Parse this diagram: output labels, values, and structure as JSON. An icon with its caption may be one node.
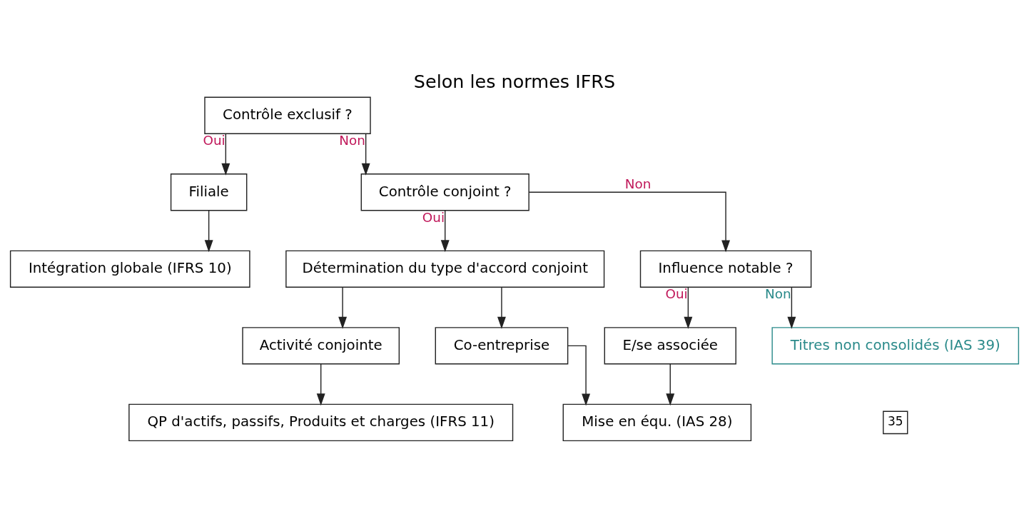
{
  "diagram": {
    "title": "Selon les normes IFRS",
    "nodes": [
      {
        "text": [
          "Contrôle exclusif ?"
        ]
      },
      {
        "text": [
          "Filiale"
        ]
      },
      {
        "text": [
          "Intégration globale (IFRS 10)"
        ]
      },
      {
        "text": [
          "Contrôle conjoint ?"
        ]
      },
      {
        "text": [
          "Détermination du type d'accord conjoint"
        ]
      },
      {
        "text": [
          "Influence notable ?"
        ]
      },
      {
        "text": [
          "Activité conjointe"
        ]
      },
      {
        "text": [
          "Co-entreprise"
        ]
      },
      {
        "text": [
          "E/se associée"
        ]
      },
      {
        "text": [
          "QP d'actifs, passifs, Produits et charges (IFRS 11)"
        ]
      },
      {
        "text": [
          "Mise en équ. (IAS 28)"
        ]
      },
      {
        "text": [
          "Titres non consolidés (IAS 39)"
        ]
      }
    ],
    "edges": [
      {
        "from": 0,
        "to": 1,
        "arrow": "to",
        "label": "Oui"
      },
      {
        "from": 0,
        "to": 3,
        "arrow": "to",
        "label": "Non"
      },
      {
        "from": 1,
        "to": 2,
        "arrow": "to"
      },
      {
        "from": 3,
        "to": 4,
        "arrow": "to",
        "label": "Oui"
      },
      {
        "from": 3,
        "to": 5,
        "arrow": "to",
        "label": "Non"
      },
      {
        "from": 4,
        "to": 6,
        "arrow": "to"
      },
      {
        "from": 4,
        "to": 7,
        "arrow": "to"
      },
      {
        "from": 5,
        "to": 8,
        "arrow": "to",
        "label": "Oui"
      },
      {
        "from": 5,
        "to": 11,
        "arrow": "to",
        "label": "Non"
      },
      {
        "from": 6,
        "to": 9,
        "arrow": "to"
      },
      {
        "from": 7,
        "to": 10,
        "arrow": "to"
      },
      {
        "from": 8,
        "to": 10,
        "arrow": "to"
      }
    ],
    "labels": [
      "35"
    ]
  }
}
